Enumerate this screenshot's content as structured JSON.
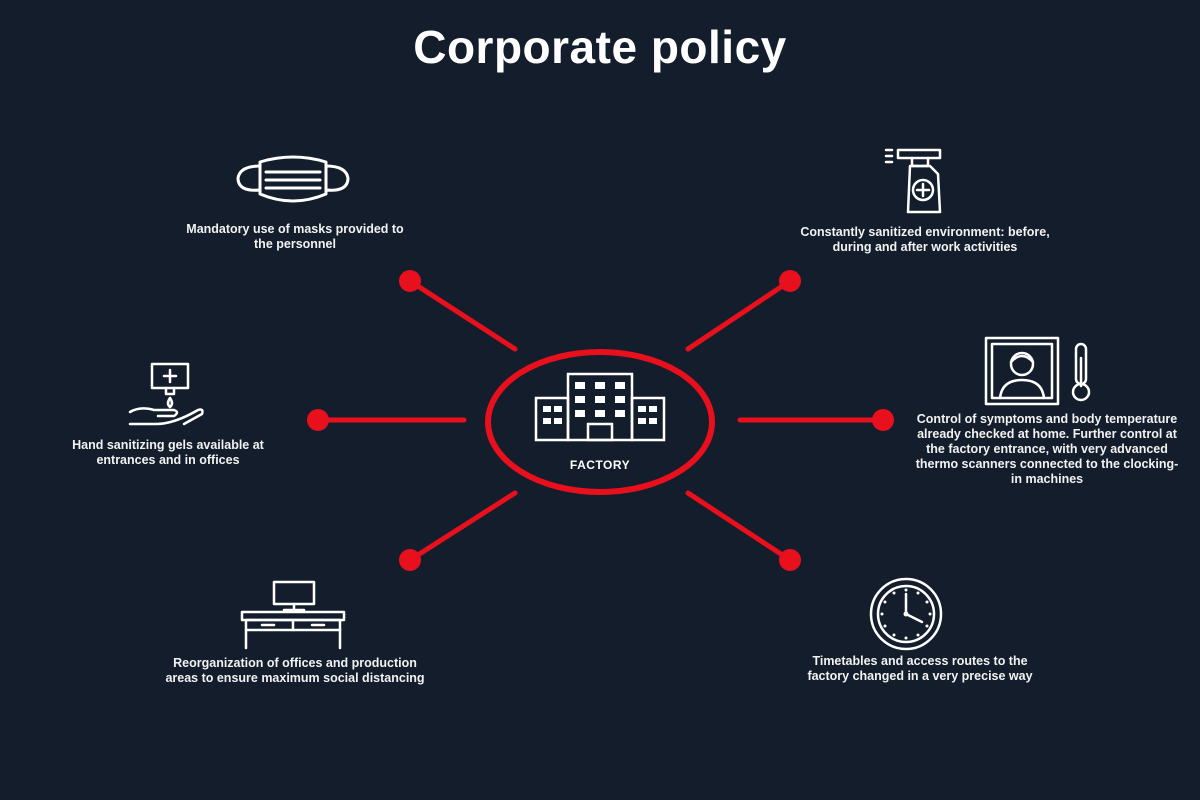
{
  "title": "Corporate policy",
  "center": {
    "label": "FACTORY",
    "icon": "factory-building-icon"
  },
  "accent_color": "#e8101c",
  "background_color": "#141d2b",
  "items": [
    {
      "icon": "face-mask-icon",
      "text": "Mandatory use of masks provided to the personnel"
    },
    {
      "icon": "spray-bottle-icon",
      "text": "Constantly sanitized environment: before, during and after work activities"
    },
    {
      "icon": "sanitizer-dispenser-icon",
      "text": "Hand sanitizing gels available at entrances and in offices"
    },
    {
      "icon": "thermo-scanner-icon",
      "text": "Control of symptoms and body temperature already checked at home. Further control at the factory entrance, with very advanced thermo scanners connected to the clocking-in machines"
    },
    {
      "icon": "office-desk-icon",
      "text": "Reorganization of offices and production areas to ensure maximum social distancing"
    },
    {
      "icon": "clock-icon",
      "text": "Timetables and access routes to the factory changed in a very precise way"
    }
  ]
}
